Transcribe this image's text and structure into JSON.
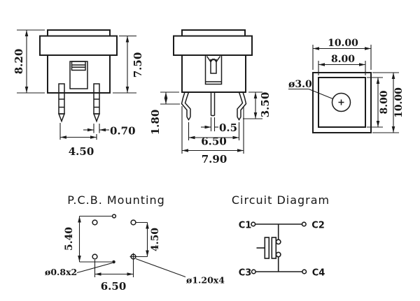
{
  "front_view": {
    "dim_height_total": "8.20",
    "dim_height_body": "7.50",
    "dim_pin_width": "0.70",
    "dim_pin_spacing": "4.50"
  },
  "side_view": {
    "dim_leg_bend": "1.80",
    "dim_pin_width": "0.5",
    "dim_leg_length": "3.50",
    "dim_leg_spacing": "6.50",
    "dim_overall_width": "7.90"
  },
  "top_view": {
    "dim_outer_width": "10.00",
    "dim_inner_width": "8.00",
    "dim_button_diameter": "ø3.0",
    "dim_inner_height": "8.00",
    "dim_outer_height": "10.00"
  },
  "pcb_mounting": {
    "title": "P.C.B. Mounting",
    "dim_left_span": "5.40",
    "dim_right_span": "4.50",
    "dim_small_holes": "ø0.8x2",
    "dim_hole_spacing": "6.50",
    "dim_large_holes": "ø1.20x4"
  },
  "circuit_diagram": {
    "title": "Circuit Diagram",
    "c1": "C1",
    "c2": "C2",
    "c3": "C3",
    "c4": "C4"
  },
  "colors": {
    "line": "#1c1c1c",
    "background": "#ffffff"
  }
}
